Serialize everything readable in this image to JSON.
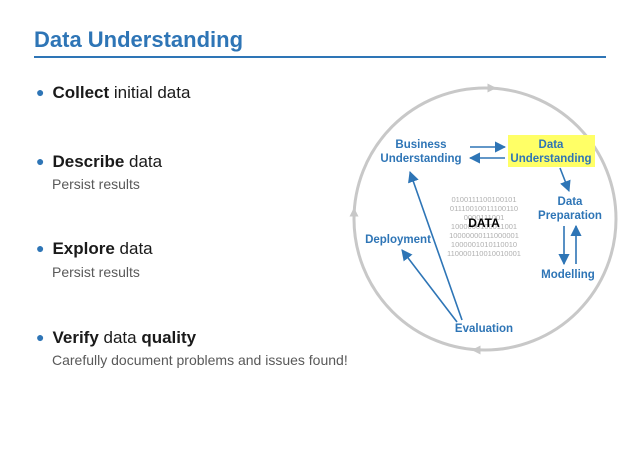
{
  "title": "Data Understanding",
  "bullets": [
    {
      "bold": "Collect",
      "rest": " initial data",
      "sub": ""
    },
    {
      "bold": "Describe",
      "rest": " data",
      "sub": "Persist results"
    },
    {
      "bold": "Explore",
      "rest": " data",
      "sub": "Persist results"
    },
    {
      "bold": "Verify",
      "mid": " data ",
      "bold2": "quality",
      "sub": "Carefully document problems and issues found!"
    }
  ],
  "cycle": {
    "business_line1": "Business",
    "business_line2": "Understanding",
    "data_line1": "Data",
    "data_line2": "Understanding",
    "prep_line1": "Data",
    "prep_line2": "Preparation",
    "modelling": "Modelling",
    "evaluation": "Evaluation",
    "deployment": "Deployment",
    "center_label": "DATA",
    "binary_lines": [
      "0100111100100101",
      "01110010011100110",
      "0000111001",
      "1000000100011001",
      "10000000111000001",
      "1000001010110010",
      "110000110010010001"
    ],
    "colors": {
      "accent": "#2e75b6",
      "highlight": "#ffff66",
      "ring": "#c8c8c8"
    }
  }
}
